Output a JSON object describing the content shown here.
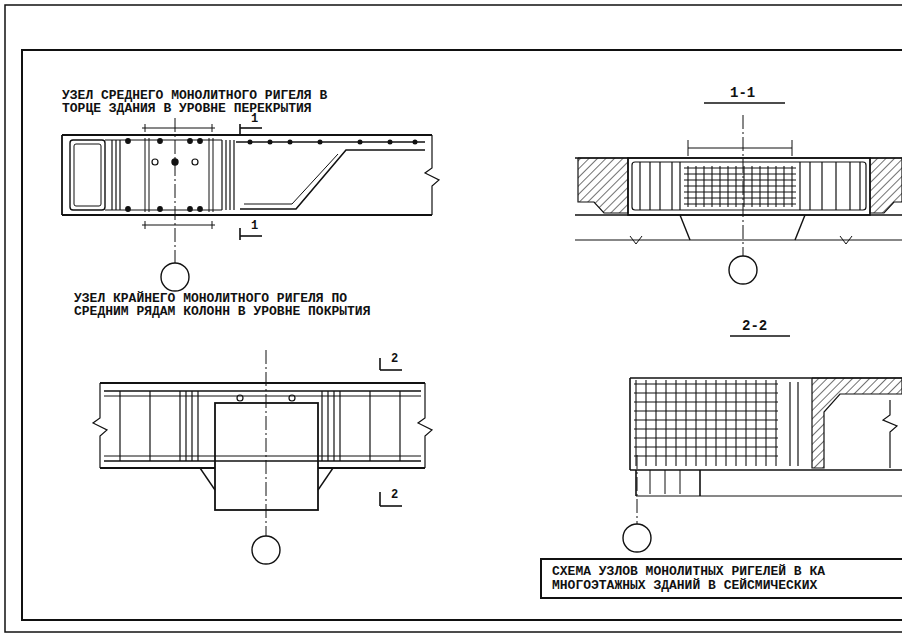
{
  "diagram": {
    "caption": "СХЕМА УЗЛОВ МОНОЛИТНЫХ РИГЕЛЕЙ В КА МНОГОЭТАЖНЫХ ЗДАНИЙ В СЕЙСМИЧЕСКИХ",
    "labels": [
      "УЗЕЛ СРЕДНЕГО МОНОЛИТНОГО РИГЕЛЯ В ТОРЦЕ ЗДАНИЯ В УРОВНЕ ПЕРЕКРЫТИЯ",
      "1",
      "1",
      "УЗЕЛ КРАЙНЕГО МОНОЛИТНОГО РИГЕЛЯ ПО СРЕДНИМ РЯДАМ КОЛОНН В УРОВНЕ ПОКРЫТИЯ",
      "2",
      "2",
      "1-1",
      "2-2"
    ]
  }
}
